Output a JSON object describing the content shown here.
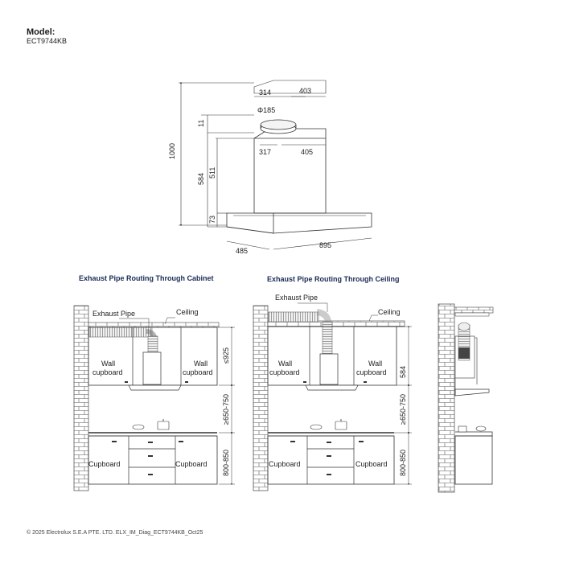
{
  "header": {
    "model_label": "Model:",
    "model_value": "ECT9744KB"
  },
  "main_drawing": {
    "dims": {
      "top_left": "314",
      "top_right": "403",
      "diameter": "Φ185",
      "height_total": "1000",
      "outlet_height": "11",
      "chimney_height": "584",
      "chimney_inner": "511",
      "canopy_height": "73",
      "width_left": "317",
      "width_right": "405",
      "depth": "485",
      "width": "895"
    }
  },
  "sections": {
    "cabinet": {
      "title": "Exhaust Pipe Routing Through Cabinet",
      "exhaust_label": "Exhaust Pipe",
      "ceiling_label": "Ceiling",
      "wall_cupboard_left": [
        "Wall",
        "cupboard"
      ],
      "wall_cupboard_right": [
        "Wall",
        "cupboard"
      ],
      "dim_top": "≤925",
      "dim_mid": "≥650-750",
      "dim_bottom": "800-850",
      "cupboard_left": "Cupboard",
      "cupboard_right": "Cupboard"
    },
    "ceiling": {
      "title": "Exhaust Pipe Routing Through Ceiling",
      "exhaust_label": "Exhaust Pipe",
      "ceiling_label": "Ceiling",
      "wall_cupboard_left": [
        "Wall",
        "cupboard"
      ],
      "wall_cupboard_right": [
        "Wall",
        "cupboard"
      ],
      "dim_top": "584",
      "dim_mid": "≥650-750",
      "dim_bottom": "800-850",
      "cupboard_left": "Cupboard",
      "cupboard_right": "Cupboard"
    }
  },
  "footer": {
    "copyright": "© 2025 Electrolux S.E.A PTE. LTD. ELX_IM_Diag_ECT9744KB_Oct25"
  }
}
